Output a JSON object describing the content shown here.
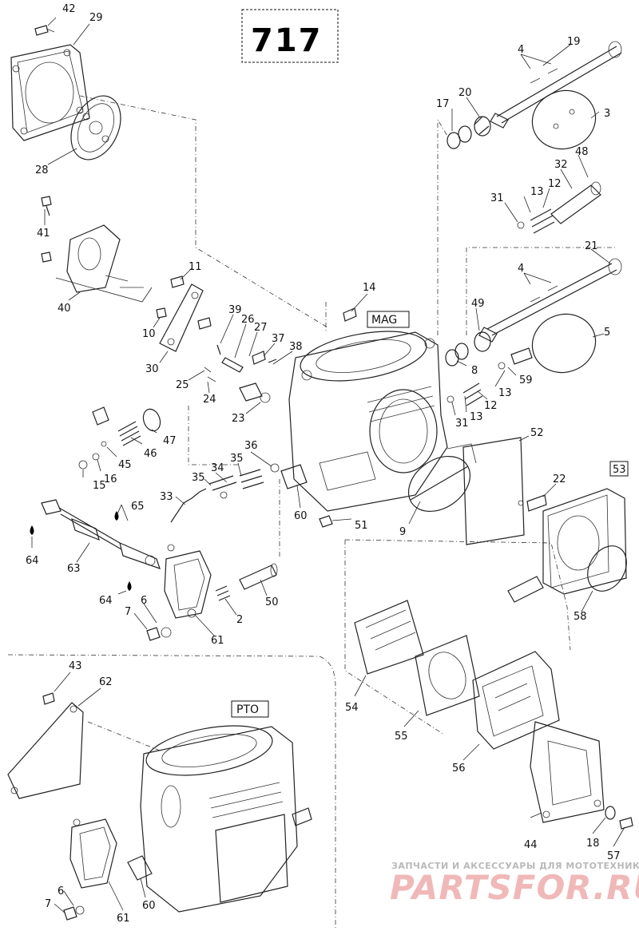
{
  "model": "717",
  "tags": {
    "mag": "MAG",
    "pto": "PTO",
    "boxed_53": "53"
  },
  "callouts": [
    "42",
    "29",
    "28",
    "41",
    "40",
    "11",
    "10",
    "30",
    "39",
    "26",
    "27",
    "37",
    "38",
    "25",
    "24",
    "23",
    "14",
    "19",
    "4",
    "17",
    "20",
    "3",
    "48",
    "32",
    "12",
    "13",
    "31",
    "21",
    "4",
    "49",
    "5",
    "8",
    "59",
    "13",
    "31",
    "13",
    "12",
    "47",
    "46",
    "45",
    "15",
    "16",
    "36",
    "35",
    "34",
    "35",
    "33",
    "60",
    "51",
    "52",
    "22",
    "9",
    "65",
    "64",
    "63",
    "64",
    "6",
    "7",
    "61",
    "2",
    "50",
    "58",
    "54",
    "55",
    "56",
    "44",
    "18",
    "57",
    "43",
    "62",
    "6",
    "7",
    "61",
    "60"
  ],
  "watermark": {
    "line1": "ЗАПЧАСТИ И АКСЕССУАРЫ ДЛЯ МОТОТЕХНИКИ",
    "line2": "PARTSFOR.RU"
  },
  "colors": {
    "ink": "#111111",
    "watermark_gray": "#b9b9b9",
    "watermark_red": "#f0b8b8"
  }
}
